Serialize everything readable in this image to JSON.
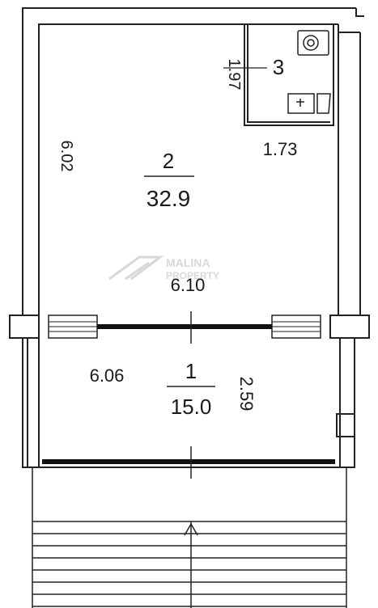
{
  "rooms": [
    {
      "number": "1",
      "area": "15.0",
      "dims": [
        "6.06",
        "2.59"
      ]
    },
    {
      "number": "2",
      "area": "32.9",
      "dims": [
        "6.02",
        "6.10"
      ]
    },
    {
      "number": "3",
      "dims": [
        "1.97",
        "1.73"
      ]
    }
  ],
  "watermark": {
    "line1": "MALINA",
    "line2": "PROPERTY"
  }
}
